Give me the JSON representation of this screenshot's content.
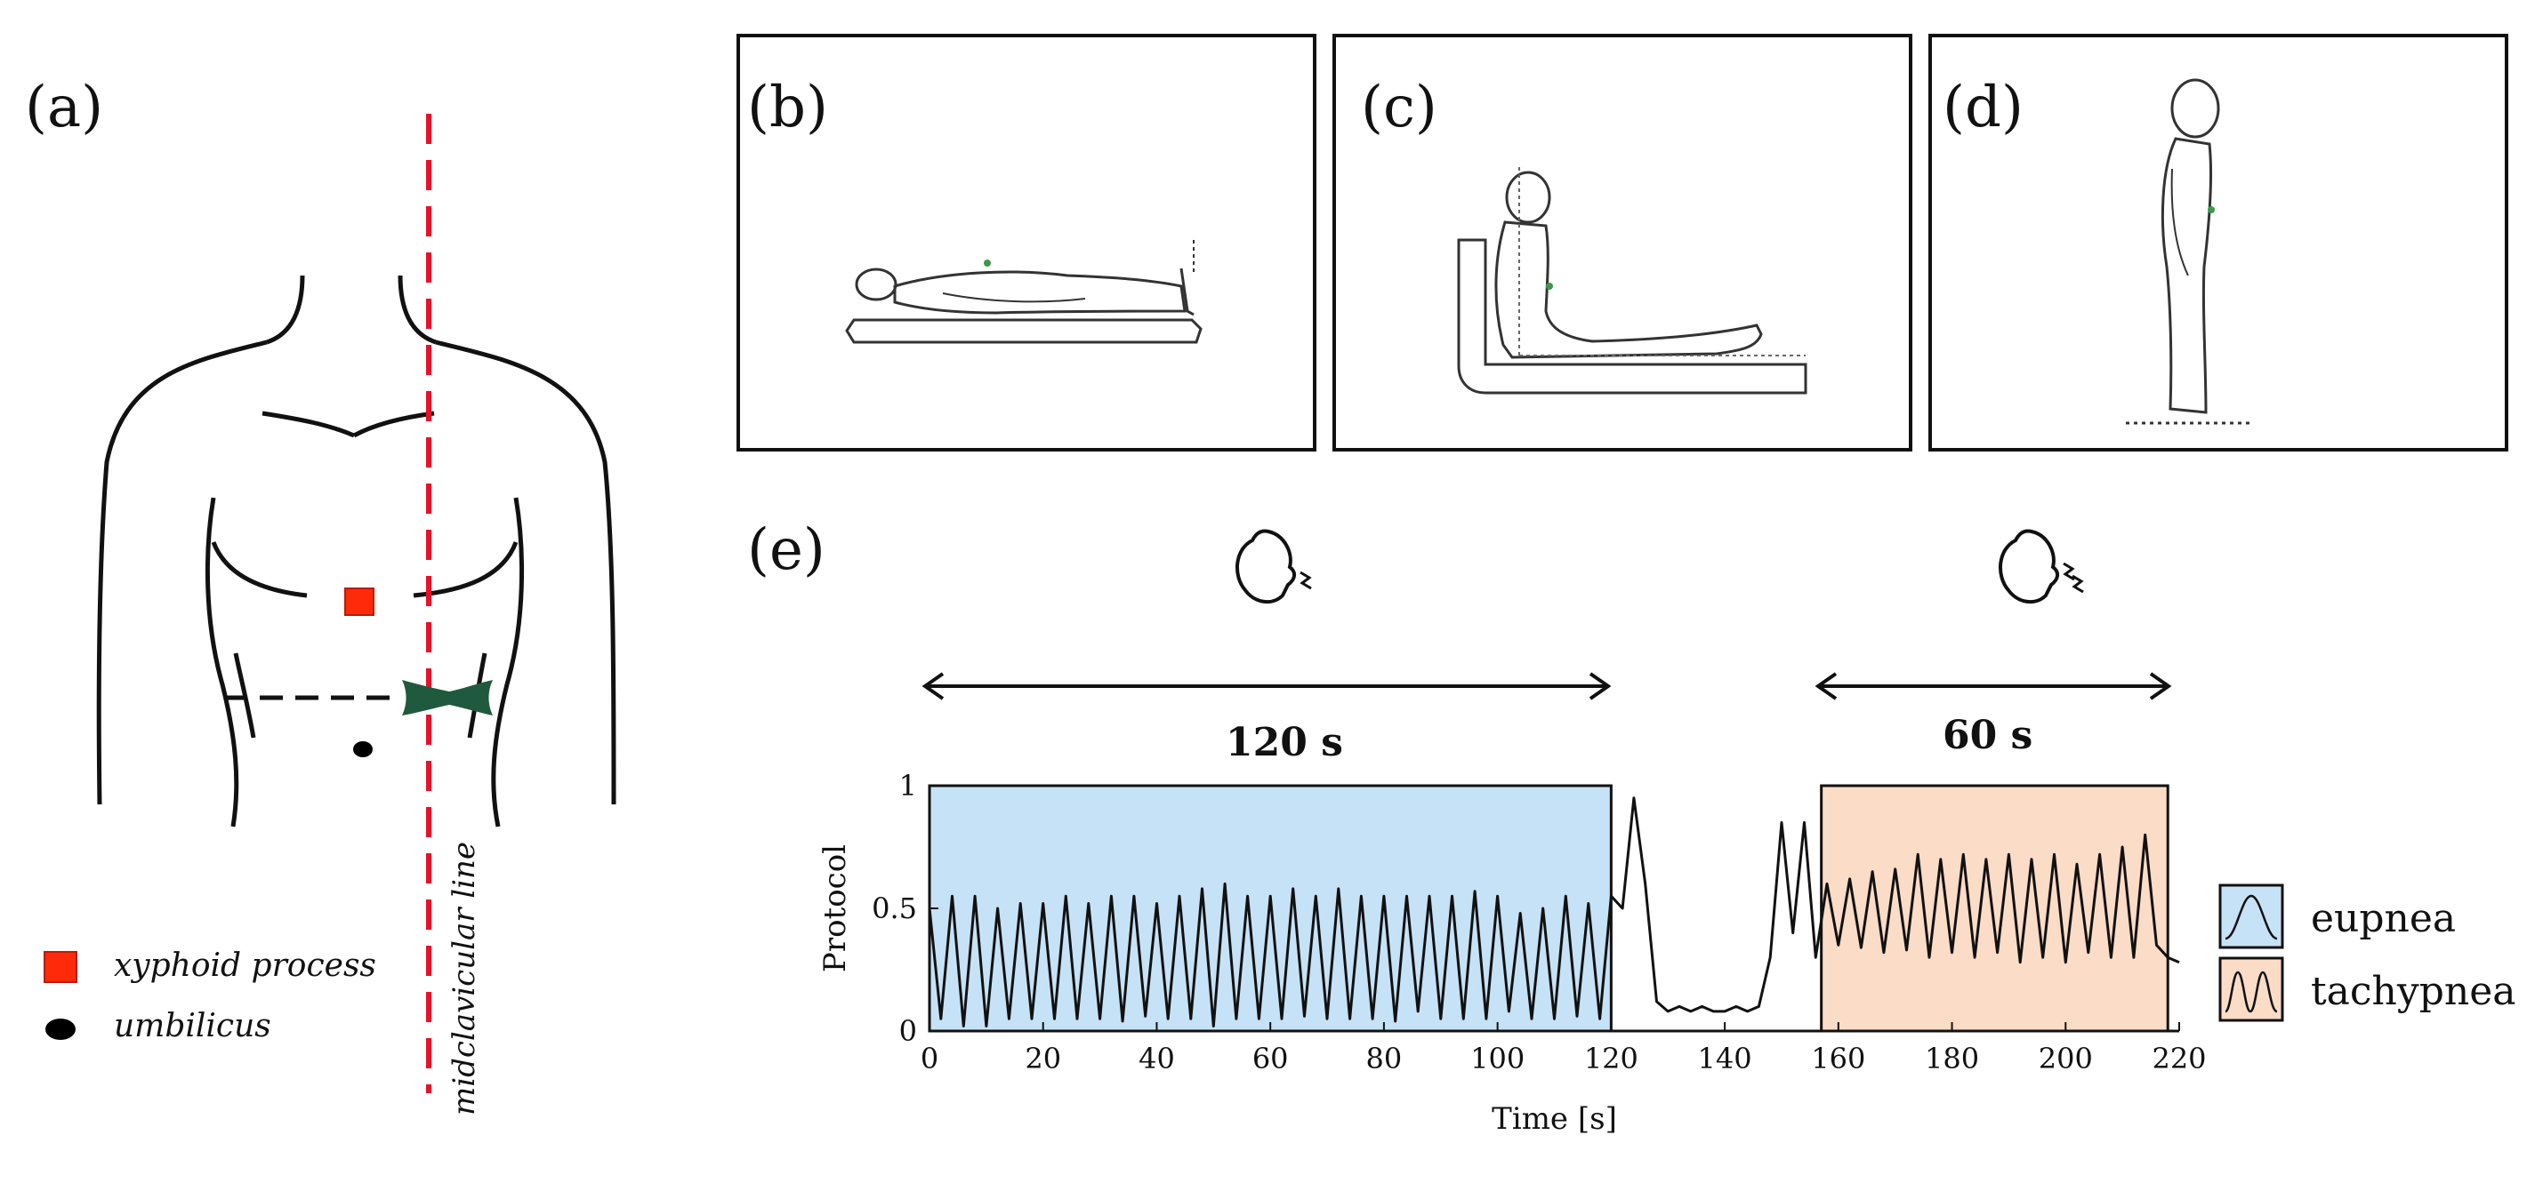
{
  "panels": {
    "a": "(a)",
    "b": "(b)",
    "c": "(c)",
    "d": "(d)",
    "e": "(e)"
  },
  "anatomy": {
    "vertical_line_label": "midclavicular line",
    "legend": [
      {
        "label": "xyphoid process",
        "color": "#ff2a0a",
        "icon": "square"
      },
      {
        "label": "umbilicus",
        "color": "#000000",
        "icon": "ellipse"
      }
    ],
    "midline_color": "#e8102a",
    "sensor_color": "#1f5a3e"
  },
  "protocol": {
    "eupnea_duration": "120 s",
    "tachypnea_duration": "60 s",
    "legend": [
      {
        "label": "eupnea",
        "color": "#c6e2f6"
      },
      {
        "label": "tachypnea",
        "color": "#fbdcc6"
      }
    ]
  },
  "chart_data": {
    "type": "line",
    "xlabel": "Time [s]",
    "ylabel": "Protocol",
    "xlim": [
      0,
      220
    ],
    "ylim": [
      0,
      1
    ],
    "xticks": [
      "0",
      "20",
      "40",
      "60",
      "80",
      "100",
      "120",
      "140",
      "160",
      "180",
      "200",
      "220"
    ],
    "yticks": [
      "0",
      "0.5",
      "1"
    ],
    "grid": false,
    "regions": [
      {
        "name": "eupnea",
        "x": [
          0,
          120
        ],
        "color": "#c6e2f6"
      },
      {
        "name": "tachypnea",
        "x": [
          157,
          218
        ],
        "color": "#fbdcc6"
      }
    ],
    "series": [
      {
        "line_color": "#111111",
        "x": [
          0,
          2,
          4,
          6,
          8,
          10,
          12,
          14,
          16,
          18,
          20,
          22,
          24,
          26,
          28,
          30,
          32,
          34,
          36,
          38,
          40,
          42,
          44,
          46,
          48,
          50,
          52,
          54,
          56,
          58,
          60,
          62,
          64,
          66,
          68,
          70,
          72,
          74,
          76,
          78,
          80,
          82,
          84,
          86,
          88,
          90,
          92,
          94,
          96,
          98,
          100,
          102,
          104,
          106,
          108,
          110,
          112,
          114,
          116,
          118,
          120,
          122,
          124,
          126,
          128,
          130,
          132,
          134,
          136,
          138,
          140,
          142,
          144,
          146,
          148,
          150,
          152,
          154,
          156,
          158,
          160,
          162,
          164,
          166,
          168,
          170,
          172,
          174,
          176,
          178,
          180,
          182,
          184,
          186,
          188,
          190,
          192,
          194,
          196,
          198,
          200,
          202,
          204,
          206,
          208,
          210,
          212,
          214,
          216,
          218,
          220
        ],
        "y": [
          0.5,
          0.05,
          0.55,
          0.02,
          0.55,
          0.02,
          0.5,
          0.05,
          0.52,
          0.05,
          0.52,
          0.05,
          0.55,
          0.05,
          0.52,
          0.05,
          0.55,
          0.04,
          0.55,
          0.06,
          0.52,
          0.05,
          0.55,
          0.05,
          0.58,
          0.02,
          0.6,
          0.05,
          0.55,
          0.05,
          0.55,
          0.05,
          0.58,
          0.06,
          0.55,
          0.05,
          0.58,
          0.05,
          0.55,
          0.05,
          0.55,
          0.04,
          0.55,
          0.08,
          0.55,
          0.05,
          0.55,
          0.05,
          0.57,
          0.05,
          0.55,
          0.08,
          0.48,
          0.05,
          0.5,
          0.05,
          0.55,
          0.06,
          0.52,
          0.05,
          0.55,
          0.5,
          0.95,
          0.6,
          0.12,
          0.08,
          0.1,
          0.08,
          0.1,
          0.08,
          0.08,
          0.1,
          0.08,
          0.1,
          0.3,
          0.85,
          0.4,
          0.85,
          0.3,
          0.6,
          0.35,
          0.62,
          0.34,
          0.65,
          0.32,
          0.66,
          0.33,
          0.72,
          0.3,
          0.7,
          0.32,
          0.72,
          0.3,
          0.7,
          0.32,
          0.72,
          0.28,
          0.7,
          0.3,
          0.72,
          0.28,
          0.68,
          0.32,
          0.72,
          0.3,
          0.75,
          0.3,
          0.8,
          0.35,
          0.3,
          0.28
        ]
      }
    ]
  }
}
